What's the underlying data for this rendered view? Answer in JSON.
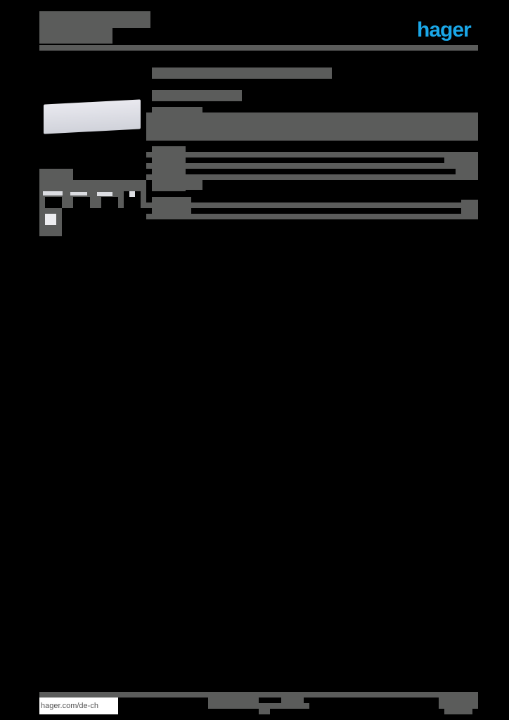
{
  "header": {
    "brand": "hager",
    "brand_color": "#1aa7e8",
    "redacted_color": "#5b5c5b"
  },
  "product": {
    "image": "din-rail-cover-strip",
    "accessory_thumbnails": [
      "accessory-1",
      "accessory-2",
      "accessory-3",
      "accessory-4"
    ],
    "extra_thumbnail": "accessory-5"
  },
  "footer": {
    "link": "hager.com/de-ch"
  }
}
